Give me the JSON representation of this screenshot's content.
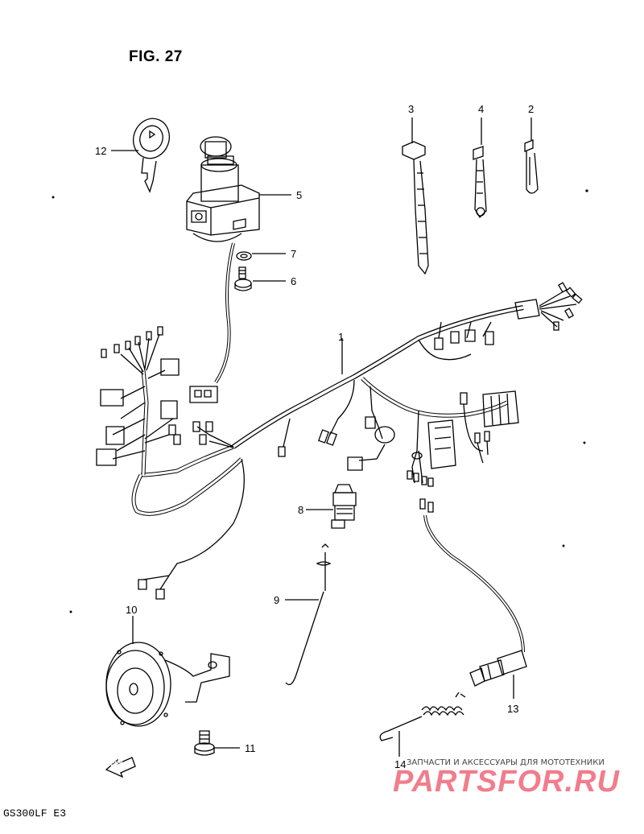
{
  "figure_title": "FIG. 27",
  "model_code": "GS300LF  E3",
  "watermark": {
    "tagline": "ЗАПЧАСТИ И АКСЕССУАРЫ ДЛЯ МОТОТЕХНИКИ",
    "logo": "PARTSFOR.RU"
  },
  "direction_label": "FWD",
  "callouts": {
    "c1": "1",
    "c2": "2",
    "c3": "3",
    "c4": "4",
    "c5": "5",
    "c6": "6",
    "c7": "7",
    "c8": "8",
    "c9": "9",
    "c10": "10",
    "c11": "11",
    "c12": "12",
    "c13": "13",
    "c14": "14"
  }
}
